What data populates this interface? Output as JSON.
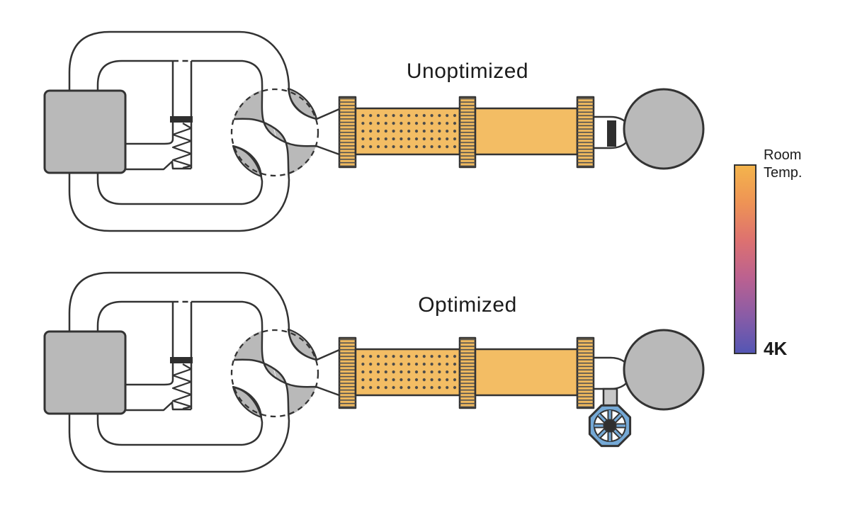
{
  "figure": {
    "top": {
      "title": "Unoptimized"
    },
    "bottom": {
      "title": "Optimized"
    },
    "colorbar": {
      "top_label_line1": "Room",
      "top_label_line2": "Temp.",
      "bottom_label": "4K"
    }
  },
  "colors": {
    "bg": "#ffffff",
    "text": "#1b1b1b",
    "line": "#333333",
    "dark-fill": "#2f2f2f",
    "gray-fill": "#b9b9b9",
    "stem-gray": "#c7c7c7",
    "tube-orange": "#f3bd64",
    "hx-orange": "#efb95e",
    "fin-line": "#4f4f4f",
    "dot": "#4a4a4a",
    "wheel-blue": "#75a9d6",
    "grad-0": "#f4b44c",
    "grad-1": "#ee9355",
    "grad-2": "#dd7170",
    "grad-3": "#bb6190",
    "grad-4": "#8a5ca6",
    "grad-5": "#5456b4"
  }
}
